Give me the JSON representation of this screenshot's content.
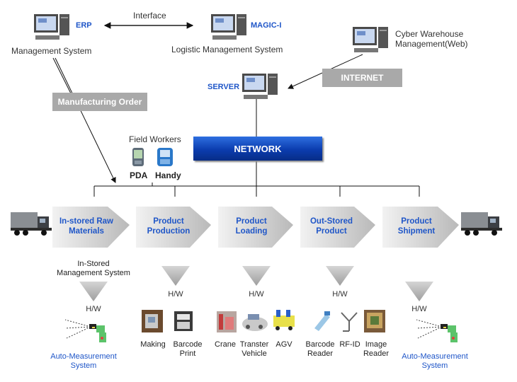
{
  "top": {
    "interface_label": "Interface",
    "erp_label": "ERP",
    "erp_caption": "Management System",
    "magic_label": "MAGIC-I",
    "magic_caption": "Logistic Management System",
    "cyber_caption_1": "Cyber Warehouse",
    "cyber_caption_2": "Management(Web)",
    "server_label": "SERVER",
    "internet_label": "INTERNET",
    "manufacturing_order_label": "Manufacturing Order"
  },
  "field": {
    "title": "Field Workers",
    "pda_label": "PDA",
    "handy_label": "Handy"
  },
  "network_label": "NETWORK",
  "stages": [
    {
      "line1": "In-stored Raw",
      "line2": "Materials"
    },
    {
      "line1": "Product",
      "line2": "Production"
    },
    {
      "line1": "Product",
      "line2": "Loading"
    },
    {
      "line1": "Out-Stored",
      "line2": "Product"
    },
    {
      "line1": "Product",
      "line2": "Shipment"
    }
  ],
  "instored_system": {
    "line1": "In-Stored",
    "line2": "Management System"
  },
  "hw_label": "H/W",
  "equipment": {
    "production": [
      {
        "line1": "Making",
        "line2": ""
      },
      {
        "line1": "Barcode",
        "line2": "Print"
      }
    ],
    "loading": [
      {
        "line1": "Crane",
        "line2": ""
      },
      {
        "line1": "Transter",
        "line2": "Vehicle"
      },
      {
        "line1": "AGV",
        "line2": ""
      }
    ],
    "outstored": [
      {
        "line1": "Barcode",
        "line2": "Reader"
      },
      {
        "line1": "RF-ID",
        "line2": ""
      },
      {
        "line1": "Image",
        "line2": "Reader"
      }
    ],
    "auto_measurement": {
      "line1": "Auto-Measurement",
      "line2": "System"
    }
  },
  "colors": {
    "label_blue": "#1f56c8",
    "network_blue": "#0b3cae",
    "gray_box": "#a9a9a9",
    "arrow_gray": "#c8c8c8"
  }
}
